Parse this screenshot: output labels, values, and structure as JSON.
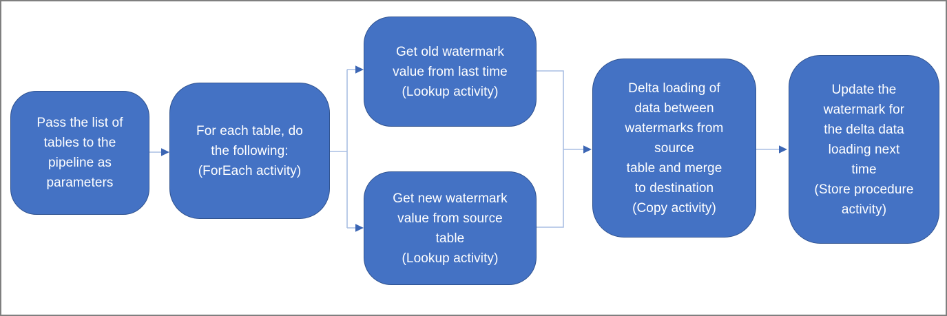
{
  "colors": {
    "frame": "#7f7f7f",
    "canvas_bg": "#ffffff",
    "node_fill": "#4472c4",
    "node_border": "#2f528f",
    "node_text": "#ffffff",
    "connector_line": "#a9bee3",
    "arrowhead": "#3c66b4"
  },
  "diagram": {
    "type": "flowchart",
    "nodes": [
      {
        "id": "pass-tables",
        "activity": "",
        "text": "Pass the list of\ntables to the\npipeline as\nparameters"
      },
      {
        "id": "foreach-table",
        "activity": "ForEach activity",
        "text": "For each table, do\nthe following:\n(ForEach activity)"
      },
      {
        "id": "get-old-watermark",
        "activity": "Lookup activity",
        "text": "Get old watermark\nvalue from last time\n(Lookup activity)"
      },
      {
        "id": "get-new-watermark",
        "activity": "Lookup activity",
        "text": "Get new watermark\nvalue from source\ntable\n(Lookup activity)"
      },
      {
        "id": "delta-loading",
        "activity": "Copy activity",
        "text": "Delta loading of\ndata between\nwatermarks from\nsource\ntable and merge\nto destination\n(Copy activity)"
      },
      {
        "id": "update-watermark",
        "activity": "Store procedure activity",
        "text": "Update the\nwatermark for\nthe delta data\nloading next\ntime\n(Store procedure\nactivity)"
      }
    ],
    "edges": [
      {
        "from": "pass-tables",
        "to": "foreach-table"
      },
      {
        "from": "foreach-table",
        "to": "get-old-watermark"
      },
      {
        "from": "foreach-table",
        "to": "get-new-watermark"
      },
      {
        "from": "get-old-watermark",
        "to": "delta-loading"
      },
      {
        "from": "get-new-watermark",
        "to": "delta-loading"
      },
      {
        "from": "delta-loading",
        "to": "update-watermark"
      }
    ]
  }
}
